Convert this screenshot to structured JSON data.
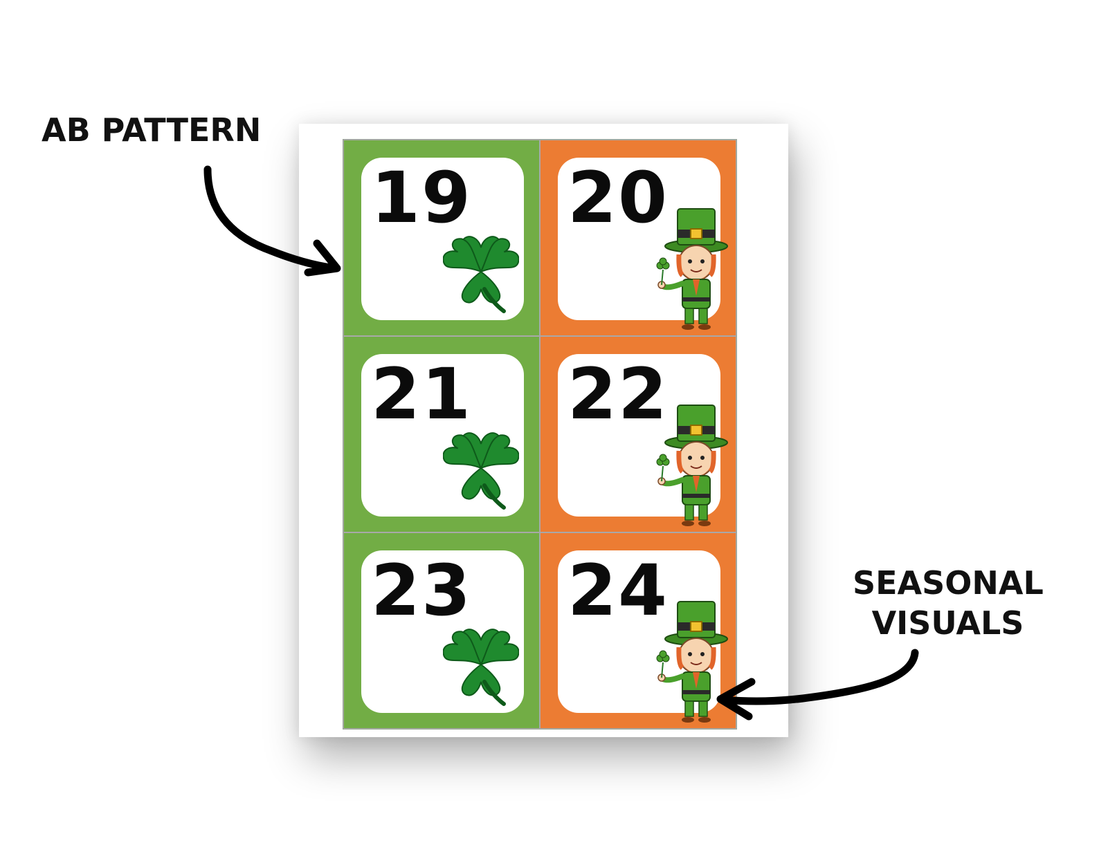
{
  "callouts": {
    "ab_pattern": "AB PATTERN",
    "seasonal_line1": "SEASONAL",
    "seasonal_line2": "VISUALS"
  },
  "colors": {
    "green": "#72ad45",
    "orange": "#ec7c33",
    "clover": "#1f8a2e",
    "hat": "#3d8a22"
  },
  "cards": [
    {
      "number": "19",
      "bg": "green",
      "icon": "shamrock-icon"
    },
    {
      "number": "20",
      "bg": "orange",
      "icon": "leprechaun-icon"
    },
    {
      "number": "21",
      "bg": "green",
      "icon": "shamrock-icon"
    },
    {
      "number": "22",
      "bg": "orange",
      "icon": "leprechaun-icon"
    },
    {
      "number": "23",
      "bg": "green",
      "icon": "shamrock-icon"
    },
    {
      "number": "24",
      "bg": "orange",
      "icon": "leprechaun-icon"
    }
  ]
}
